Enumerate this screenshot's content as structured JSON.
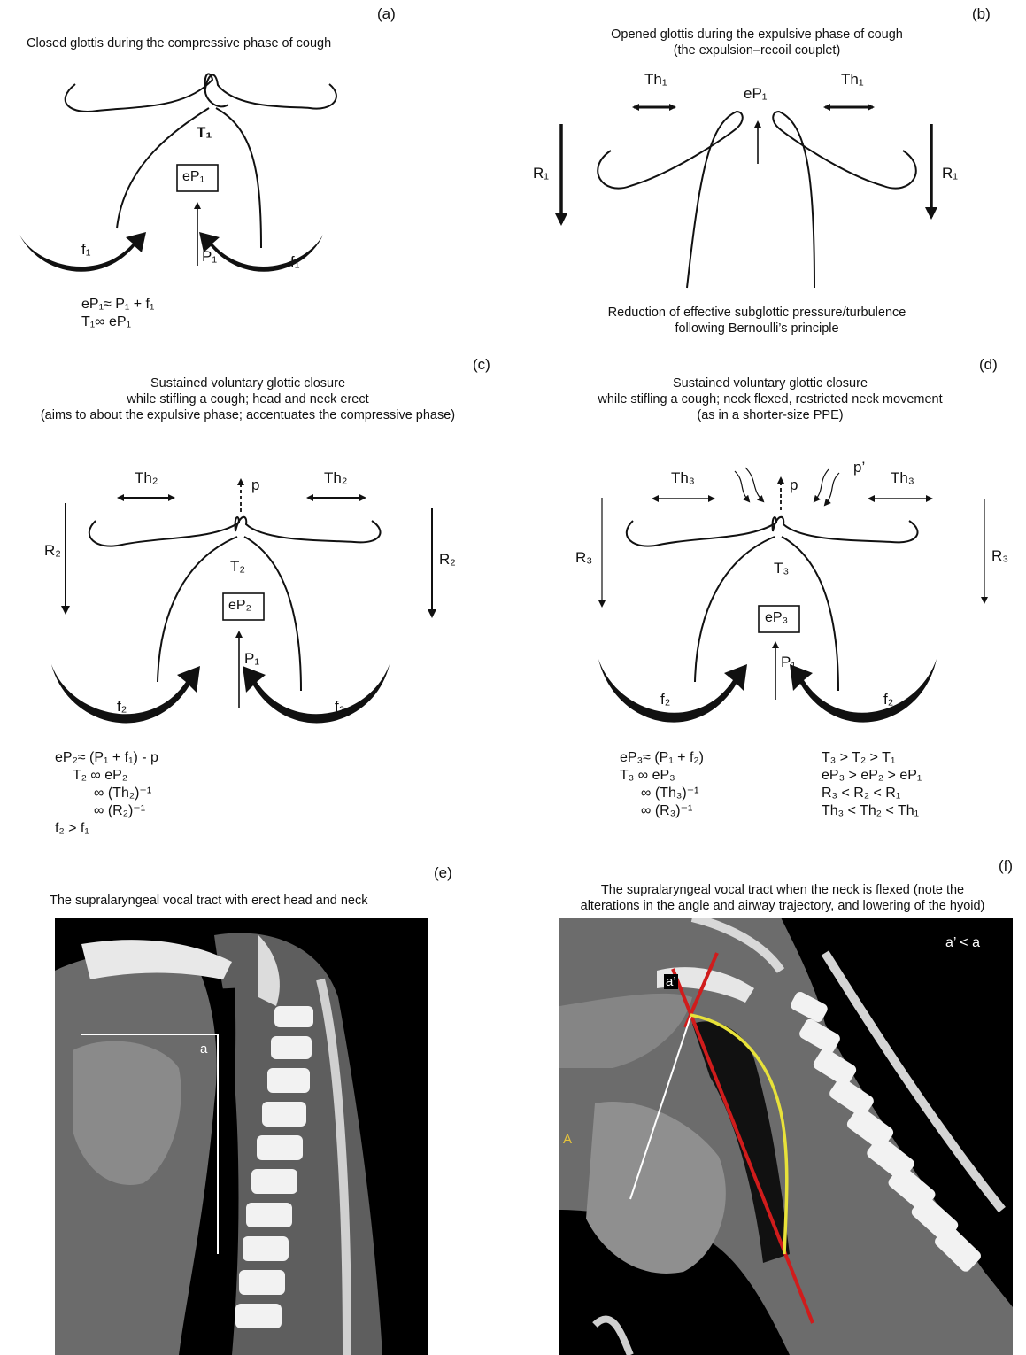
{
  "panels": {
    "a": {
      "tag": "(a)",
      "caption": "Closed glottis during the compressive phase of cough",
      "labels": {
        "T": "T₁",
        "eP": "eP₁",
        "P": "P₁",
        "f_left": "f₁",
        "f_right": "f₁"
      },
      "equations": [
        "eP₁≈ P₁ + f₁",
        "T₁∞ eP₁"
      ]
    },
    "b": {
      "tag": "(b)",
      "caption_lines": [
        "Opened glottis during the expulsive phase of cough",
        "(the expulsion–recoil couplet)"
      ],
      "labels": {
        "Th_left": "Th₁",
        "Th_right": "Th₁",
        "eP": "eP₁",
        "R_left": "R₁",
        "R_right": "R₁"
      },
      "footer_lines": [
        "Reduction of effective subglottic pressure/turbulence",
        "following Bernoulli’s principle"
      ]
    },
    "c": {
      "tag": "(c)",
      "caption_lines": [
        "Sustained voluntary glottic closure",
        "while stifling a cough; head and neck erect",
        "(aims to about the expulsive phase; accentuates the compressive phase)"
      ],
      "labels": {
        "Th_left": "Th₂",
        "Th_right": "Th₂",
        "p": "p",
        "R_left": "R₂",
        "R_right": "R₂",
        "T": "T₂",
        "eP": "eP₂",
        "P": "P₁",
        "f_left": "f₂",
        "f_right": "f₂"
      },
      "equations": [
        "eP₂≈ (P₁ + f₁) - p",
        "T₂ ∞ eP₂",
        "∞ (Th₂)⁻¹",
        "∞ (R₂)⁻¹",
        "f₂ > f₁"
      ]
    },
    "d": {
      "tag": "(d)",
      "caption_lines": [
        "Sustained voluntary glottic closure",
        "while stifling a cough; neck flexed, restricted neck movement",
        "(as in a shorter-size PPE)"
      ],
      "labels": {
        "Th_left": "Th₃",
        "Th_right": "Th₃",
        "p": "p",
        "p_prime": "p’",
        "R_left": "R₃",
        "R_right": "R₃",
        "T": "T₃",
        "eP": "eP₃",
        "P": "P₁",
        "f_left": "f₂",
        "f_right": "f₂"
      },
      "equations_left": [
        "eP₃≈ (P₁ + f₂)",
        "T₃ ∞ eP₃",
        "∞ (Th₃)⁻¹",
        "∞ (R₃)⁻¹"
      ],
      "equations_right": [
        "T₃ > T₂ > T₁",
        "eP₃ > eP₂ > eP₁",
        "R₃ < R₂ < R₁",
        "Th₃ < Th₂ < Th₁"
      ]
    },
    "e": {
      "tag": "(e)",
      "caption": "The supralaryngeal vocal tract with erect head and neck",
      "image_labels": {
        "angle": "a"
      }
    },
    "f": {
      "tag": "(f)",
      "caption_lines": [
        "The supralaryngeal vocal tract when the neck is flexed (note the",
        "alterations in the angle and airway trajectory, and lowering of the hyoid)"
      ],
      "image_labels": {
        "relation": "a’ < a",
        "angle": "a’",
        "point": "A"
      }
    }
  },
  "colors": {
    "line": "#111111",
    "ct_background": "#000000",
    "red_line": "#d01c1c",
    "yellow_line": "#e8e23a",
    "point_label": "#e8c53a"
  }
}
